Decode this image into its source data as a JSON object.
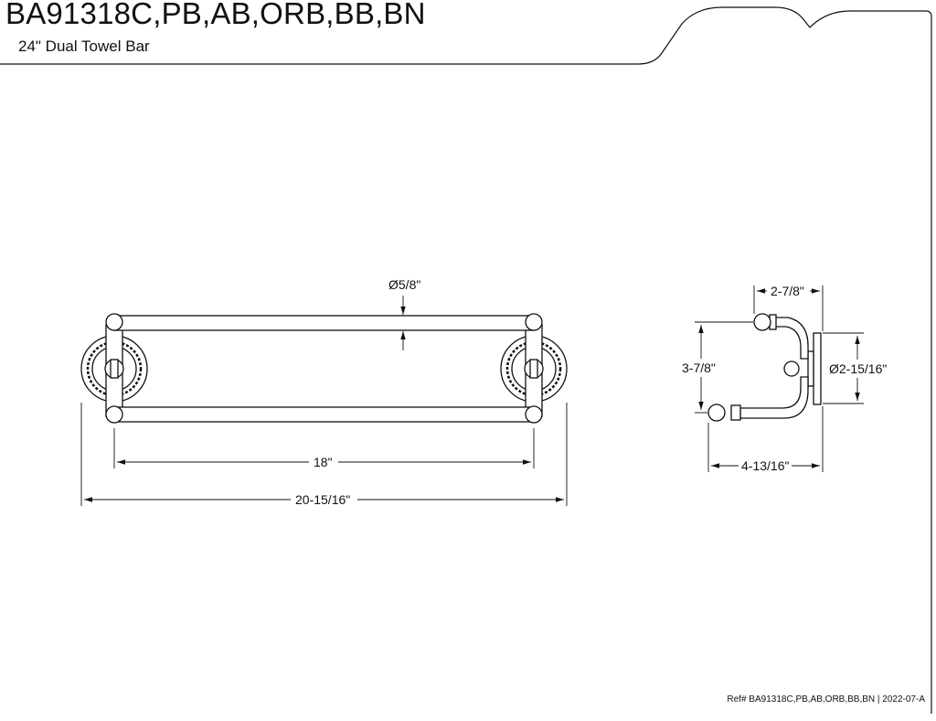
{
  "header": {
    "model_number": "BA91318C,PB,AB,ORB,BB,BN",
    "product_name": "24\" Dual Towel Bar"
  },
  "front_view": {
    "dim_bar_diameter": "Ø5/8\"",
    "dim_inner_length": "18\"",
    "dim_overall_length": "20-15/16\""
  },
  "side_view": {
    "dim_top_projection": "2-7/8\"",
    "dim_height": "3-7/8\"",
    "dim_flange_diameter": "Ø2-15/16\"",
    "dim_overall_projection": "4-13/16\""
  },
  "footer": {
    "reference": "Ref# BA91318C,PB,AB,ORB,BB,BN | 2022-07-A"
  },
  "colors": {
    "line": "#111111",
    "background": "#ffffff"
  }
}
